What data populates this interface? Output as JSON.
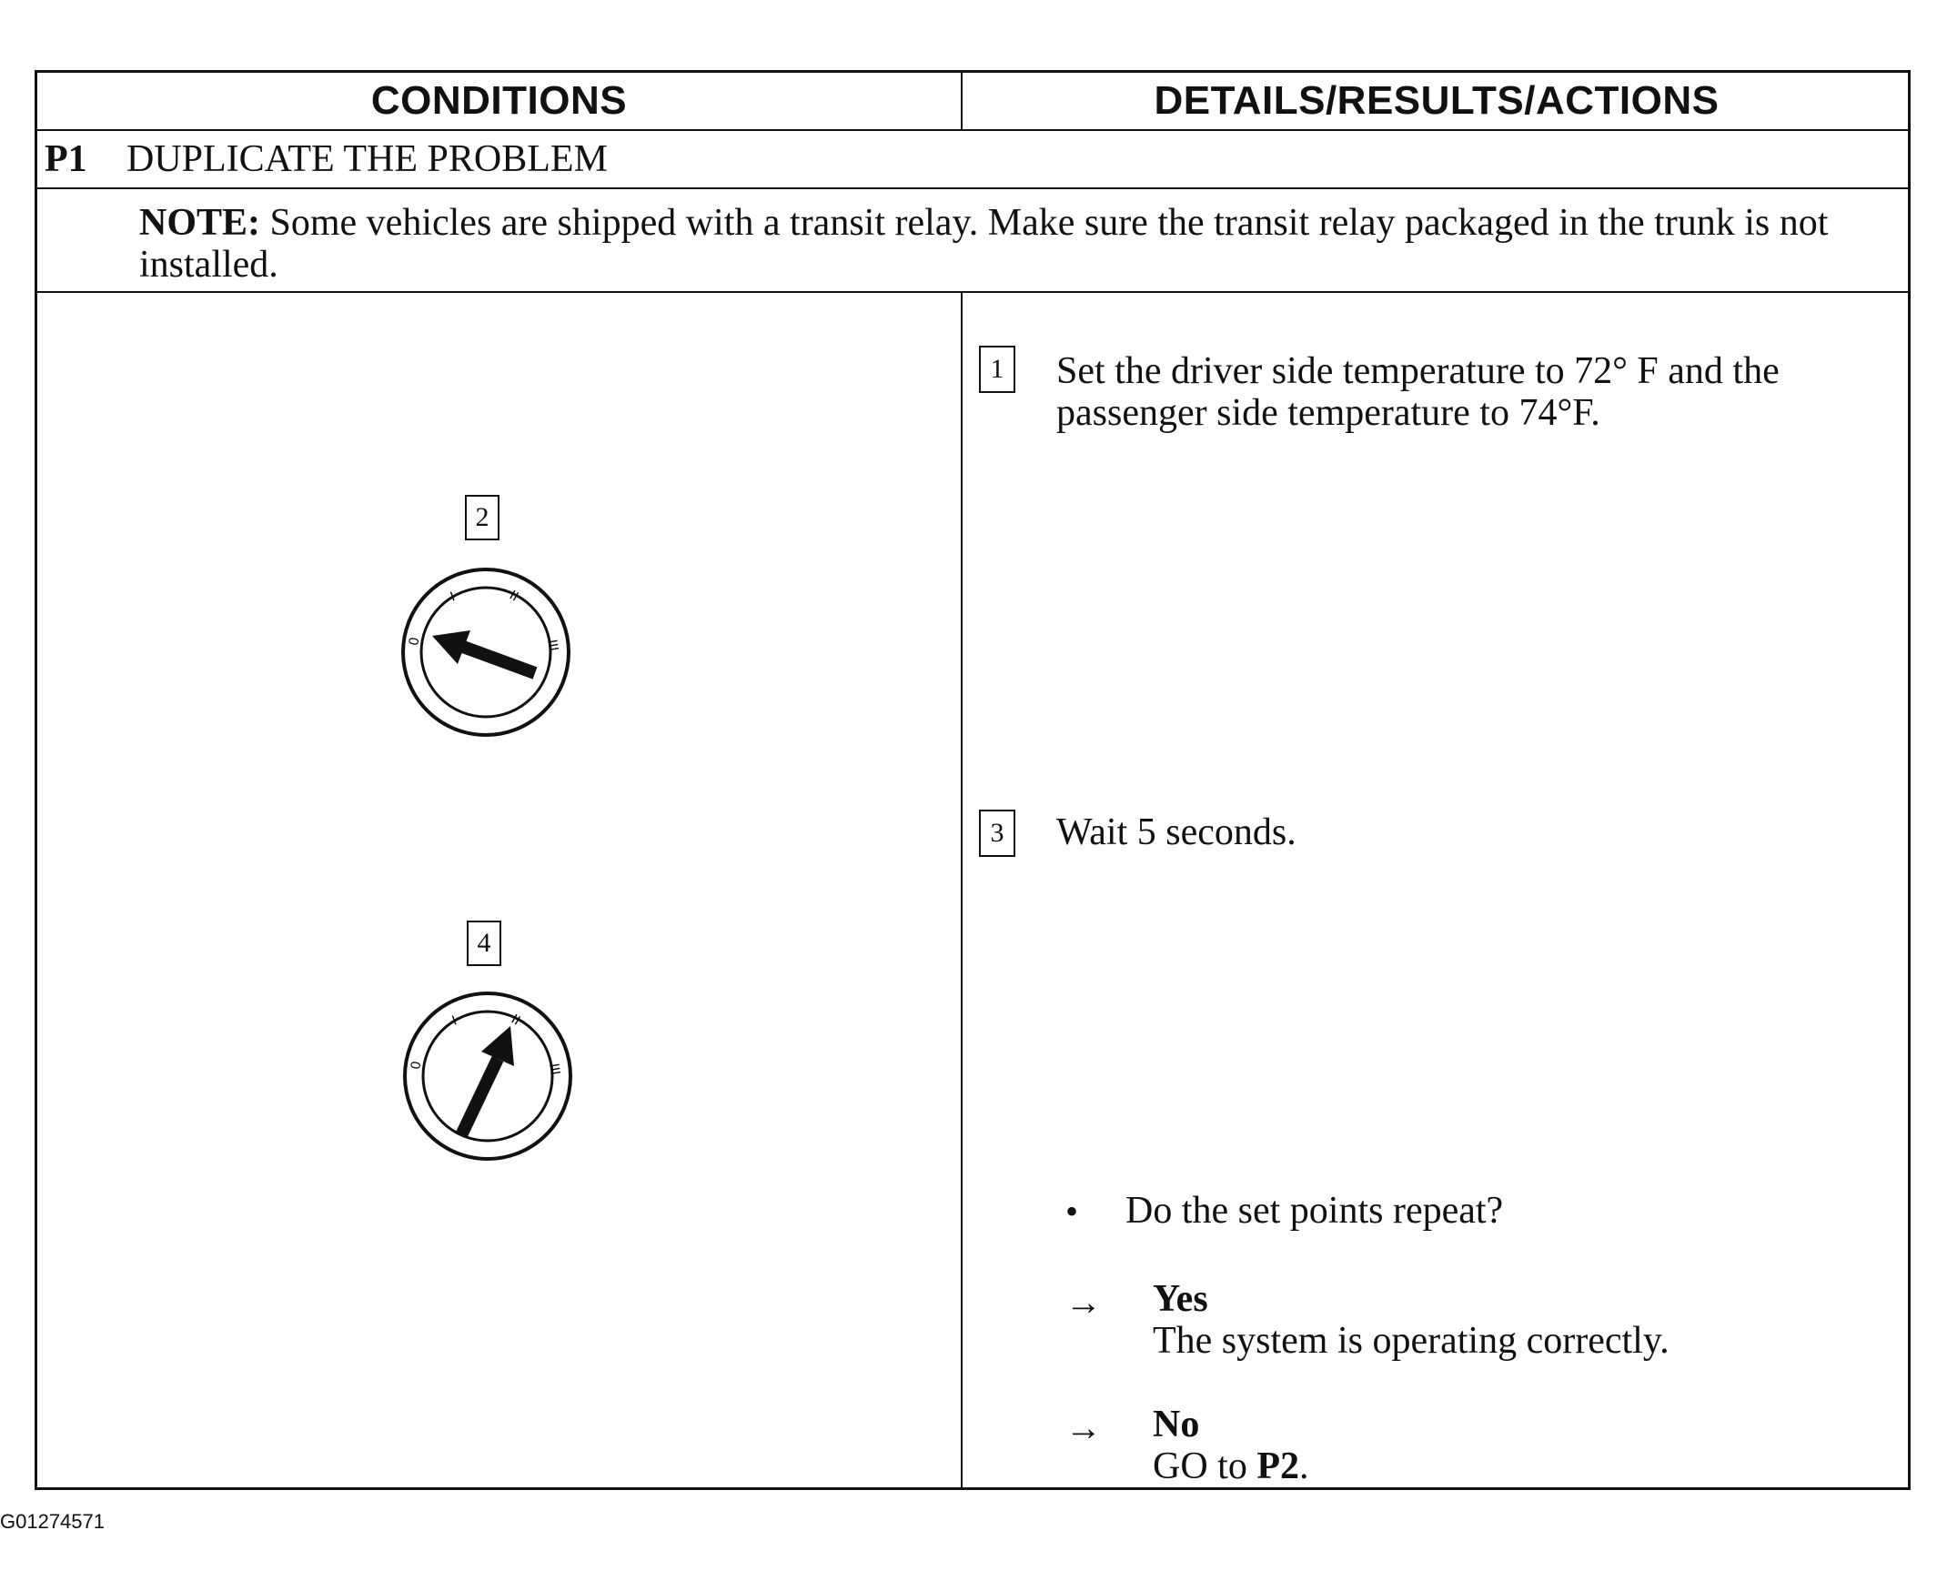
{
  "table": {
    "headers": {
      "conditions": "CONDITIONS",
      "details": "DETAILS/RESULTS/ACTIONS"
    },
    "section": {
      "code": "P1",
      "title": "DUPLICATE THE PROBLEM"
    },
    "note": {
      "label": "NOTE:",
      "text": "Some vehicles are shipped with a transit relay. Make sure the transit relay packaged in the trunk is not installed."
    },
    "steps": [
      {
        "number": "1",
        "text": "Set the driver side temperature to 72° F and the passenger side temperature to 74°F."
      },
      {
        "number": "2"
      },
      {
        "number": "3",
        "text": "Wait 5 seconds."
      },
      {
        "number": "4"
      }
    ],
    "question": {
      "bullet": "•",
      "text": "Do the set points repeat?"
    },
    "answers": [
      {
        "arrow": "→",
        "label": "Yes",
        "text": "The system is operating correctly."
      },
      {
        "arrow": "→",
        "label": "No",
        "text_prefix": "GO to ",
        "text_bold": "P2",
        "text_suffix": "."
      }
    ]
  },
  "knob_labels": {
    "pos0": "0",
    "pos1": "I",
    "pos2": "II",
    "pos3": "III"
  },
  "figure_code": "G01274571"
}
